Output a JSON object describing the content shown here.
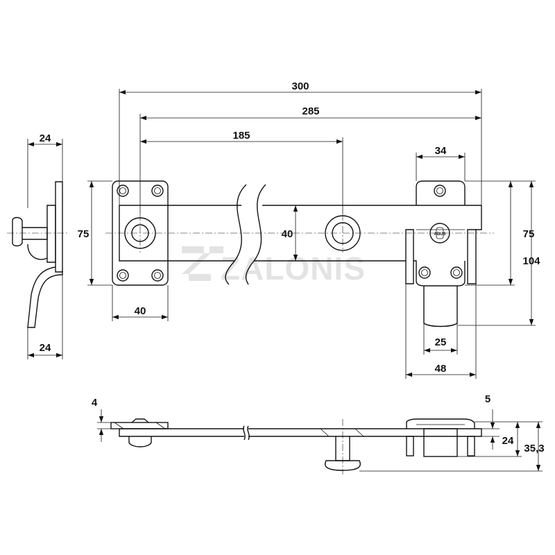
{
  "dimensions": {
    "overall_length": "300",
    "hole_span": "285",
    "center_span": "185",
    "keeper_width": "34",
    "left_plate_height": "75",
    "bar_height": "40",
    "right_plate_height": "75",
    "keeper_total_height": "104",
    "left_plate_width": "40",
    "lock_width": "25",
    "keeper_base_width": "48",
    "side_top_width": "24",
    "side_bottom_width": "24",
    "plate_thickness": "4",
    "keeper_thickness": "5",
    "keeper_depth": "24",
    "total_depth": "35,3"
  },
  "watermark": {
    "brand": "ZALONIS"
  },
  "lock_marking": "ABUS",
  "colors": {
    "line": "#111111",
    "watermark": "#e3e3e3",
    "background": "#ffffff"
  }
}
